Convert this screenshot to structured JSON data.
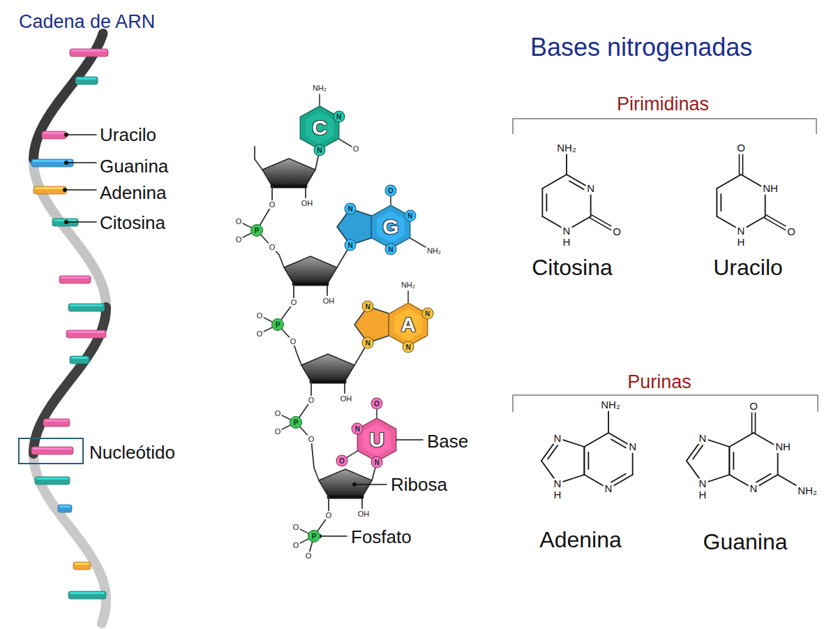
{
  "diagram": {
    "title": "Cadena de ARN",
    "nodes": [
      {
        "text": [
          "C"
        ]
      },
      {
        "text": [
          "G"
        ]
      },
      {
        "text": [
          "A"
        ]
      },
      {
        "text": [
          "U"
        ]
      }
    ],
    "labels": [
      "Bases nitrogenadas",
      "Uracilo",
      "Guanina",
      "Adenina",
      "Citosina",
      "Nucleótido",
      "Base",
      "Ribosa",
      "Fosfato",
      "Pirimidinas",
      "Purinas",
      "Citosina",
      "Uracilo",
      "Adenina",
      "Guanina",
      "NH₂",
      "N",
      "N",
      "O",
      "O",
      "N",
      "N",
      "N",
      "N",
      "NH₂",
      "NH₂",
      "N",
      "N",
      "N",
      "N",
      "O",
      "N",
      "N",
      "O",
      "OH",
      "OH",
      "OH",
      "OH",
      "P",
      "O",
      "O",
      "O",
      "O",
      "P",
      "O",
      "O",
      "O",
      "O",
      "P",
      "O",
      "O",
      "O",
      "O",
      "P",
      "O",
      "O",
      "O",
      "O",
      "NH₂",
      "N",
      "O",
      "N H",
      "O",
      "NH",
      "O",
      "N H",
      "NH₂",
      "N",
      "N",
      "N",
      "N H",
      "O",
      "NH",
      "NH₂",
      "N",
      "N",
      "N H"
    ]
  }
}
